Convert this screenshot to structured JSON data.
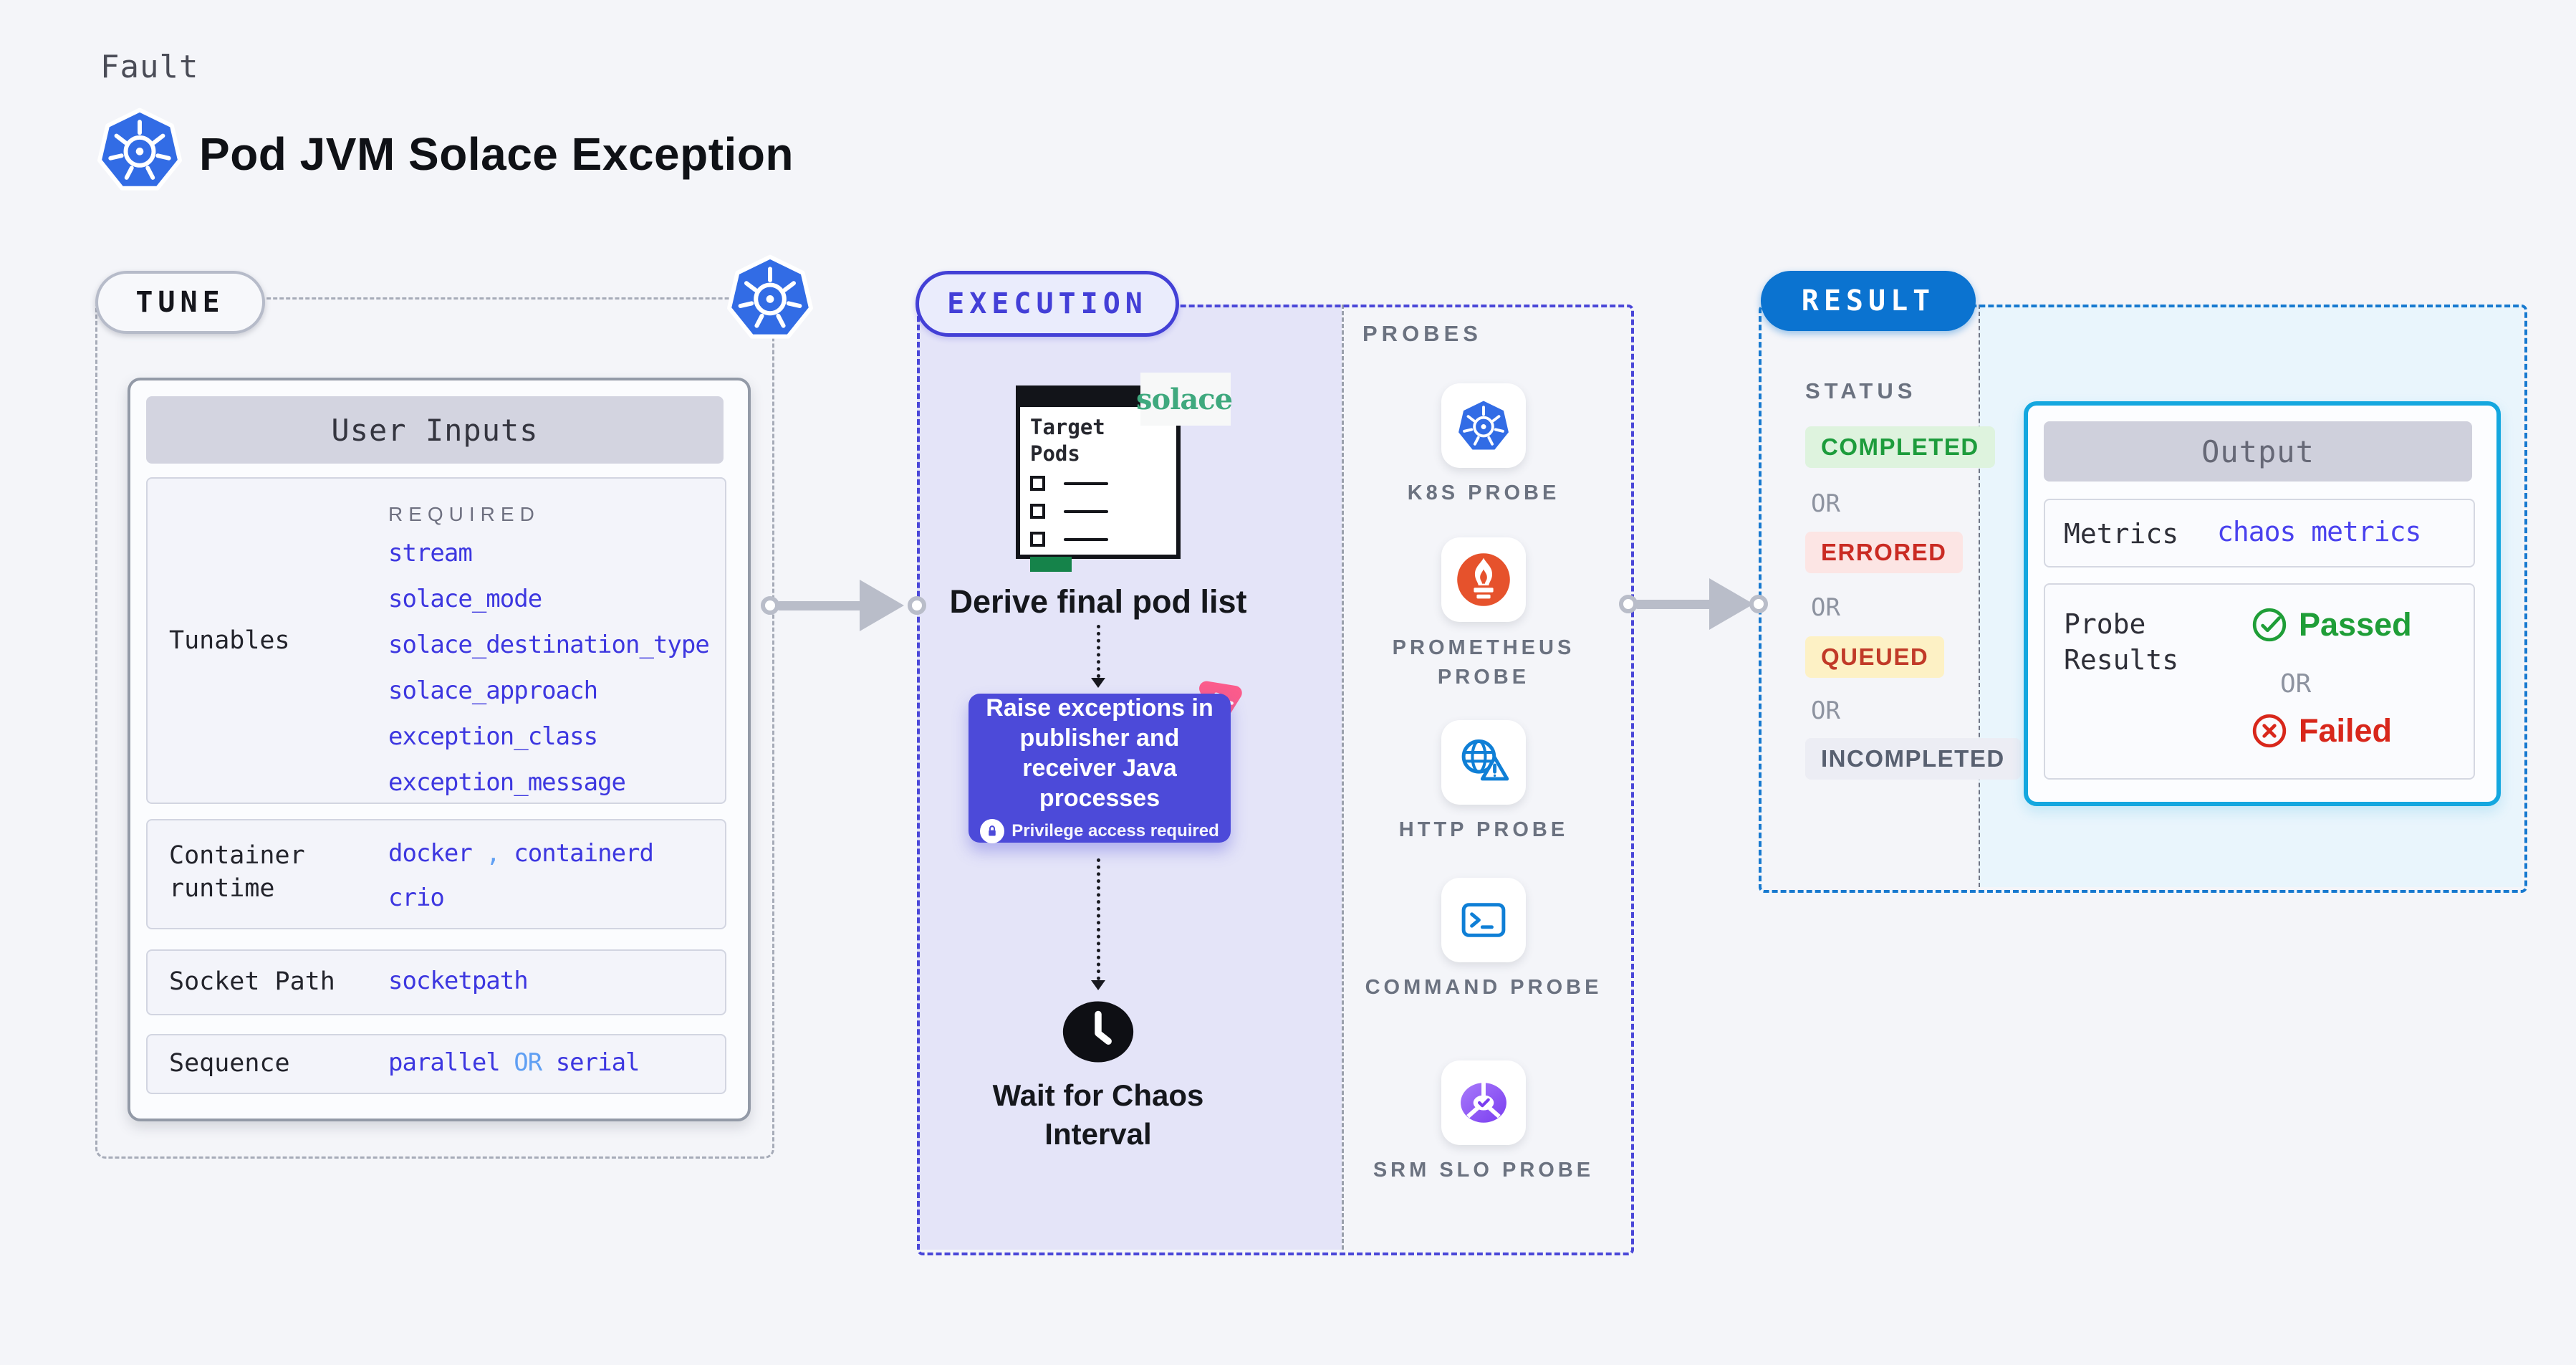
{
  "colors": {
    "page_bg": "#f4f5f9",
    "k8s_blue": "#326CE5",
    "indigo_value": "#3d37e0",
    "light_blue_or": "#5f9ff3",
    "execution_indigo": "#4340d6",
    "execution_lavender": "#e4e4f8",
    "raise_box_purple": "#4c4ad9",
    "chaos_pink": "#fb5c8c",
    "result_blue": "#0b73d0",
    "output_cyan_border": "#14a7df",
    "result_cyan_bg": "#e9f5fc",
    "completed_green": "#1d9c3c",
    "errored_red": "#ca2b23",
    "queued_amber_bg": "#fdf1c5",
    "passed_green": "#1f9e38",
    "failed_red": "#d8271b",
    "prometheus_orange": "#E6522C",
    "probe_icon_blue": "#0F7FD6",
    "srm_purple": "#7A3DF0",
    "solace_green": "#3fa97e"
  },
  "header": {
    "eyebrow": "Fault",
    "title": "Pod JVM Solace Exception"
  },
  "tune": {
    "badge": "TUNE",
    "card_title": "User Inputs",
    "required_label": "REQUIRED",
    "tunables_label": "Tunables",
    "tunables": [
      "stream",
      "solace_mode",
      "solace_destination_type",
      "solace_approach",
      "exception_class",
      "exception_message"
    ],
    "runtime": {
      "label": "Container runtime",
      "value1": "docker",
      "separator": ",",
      "value2": "containerd",
      "value3": "crio"
    },
    "socket": {
      "label": "Socket Path",
      "value": "socketpath"
    },
    "sequence": {
      "label": "Sequence",
      "value1": "parallel",
      "or": "OR",
      "value2": "serial"
    }
  },
  "execution": {
    "badge": "EXECUTION",
    "window_title": "Target Pods",
    "solace_logo": "solace",
    "derive_label": "Derive final pod list",
    "raise_label": "Raise exceptions in publisher and receiver Java processes",
    "privilege_label": "Privilege access required",
    "wait_label": "Wait for Chaos Interval",
    "probes_label": "PROBES",
    "probes": [
      {
        "icon": "kubernetes-icon",
        "label": "K8S PROBE"
      },
      {
        "icon": "prometheus-icon",
        "label": "PROMETHEUS PROBE"
      },
      {
        "icon": "http-globe-icon",
        "label": "HTTP PROBE"
      },
      {
        "icon": "command-terminal-icon",
        "label": "COMMAND PROBE"
      },
      {
        "icon": "srm-slo-icon",
        "label": "SRM SLO PROBE"
      }
    ]
  },
  "result": {
    "badge": "RESULT",
    "status_label": "STATUS",
    "or_label": "OR",
    "statuses": [
      {
        "label": "COMPLETED",
        "type": "completed"
      },
      {
        "label": "ERRORED",
        "type": "errored"
      },
      {
        "label": "QUEUED",
        "type": "queued"
      },
      {
        "label": "INCOMPLETED",
        "type": "incompleted"
      }
    ],
    "output": {
      "title": "Output",
      "metrics_label": "Metrics",
      "metrics_value": "chaos metrics",
      "probe_results_label": "Probe Results",
      "passed_label": "Passed",
      "or_label": "OR",
      "failed_label": "Failed"
    }
  }
}
